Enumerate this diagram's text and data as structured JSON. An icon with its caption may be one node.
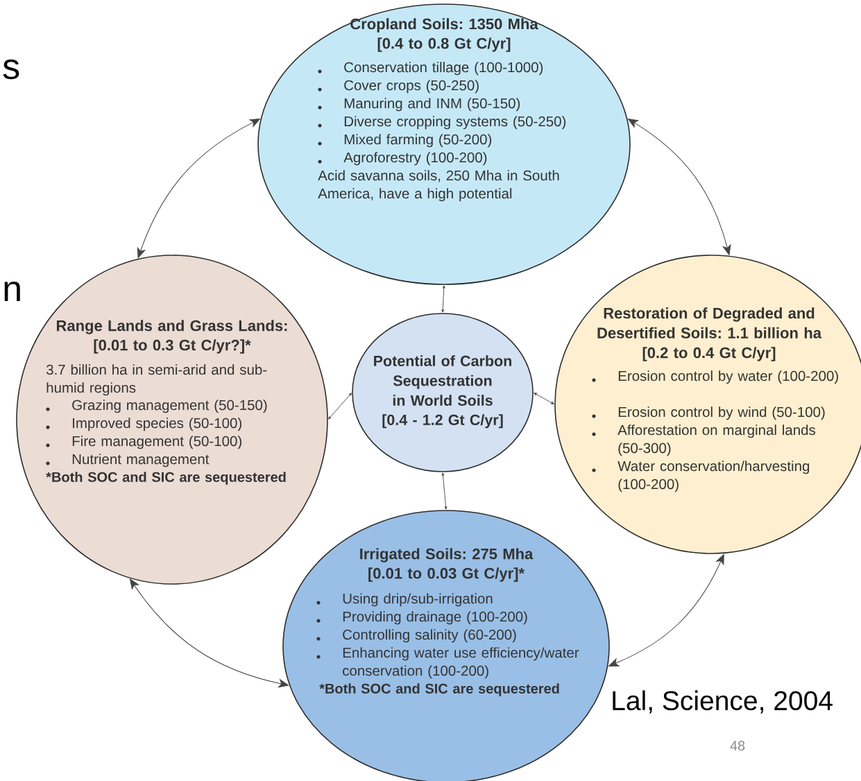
{
  "diagram": {
    "nodes": [
      {
        "text": [
          "Cropland Soils: 1350 Mha",
          "[0.4 to 0.8 Gt C/yr]",
          "Conservation tillage (100-1000)",
          "Cover crops (50-250)",
          "Manuring and INM (50-150)",
          "Diverse cropping systems (50-250)",
          "Mixed farming (50-200)",
          "Agroforestry (100-200)",
          "Acid savanna soils, 250 Mha in South America, have a high potential"
        ]
      },
      {
        "text": [
          "Range Lands and Grass Lands:",
          "[0.01 to 0.3 Gt C/yr?]*",
          "3.7 billion ha in semi-arid and sub-humid regions",
          "Grazing management (50-150)",
          "Improved species (50-100)",
          "Fire management (50-100)",
          "Nutrient management",
          "*Both SOC and SIC are sequestered"
        ]
      },
      {
        "text": [
          "Potential of Carbon Sequestration in World Soils",
          "[0.4 - 1.2 Gt C/yr]"
        ]
      },
      {
        "text": [
          "Restoration of Degraded and Desertified Soils: 1.1 billion ha",
          "[0.2 to 0.4 Gt C/yr]",
          "Erosion control by water (100-200)",
          "Erosion control by wind (50-100)",
          "Afforestation on marginal lands (50-300)",
          "Water conservation/harvesting (100-200)"
        ]
      },
      {
        "text": [
          "Irrigated Soils: 275 Mha",
          "[0.01 to 0.03 Gt C/yr]*",
          "Using drip/sub-irrigation",
          "Providing drainage (100-200)",
          "Controlling salinity (60-200)",
          "Enhancing water use efficiency/water conservation (100-200)",
          "*Both SOC and SIC are sequestered"
        ]
      }
    ],
    "edges": [
      {
        "from": 0,
        "to": 1,
        "arrow": "both"
      },
      {
        "from": 0,
        "to": 3,
        "arrow": "both"
      },
      {
        "from": 1,
        "to": 4,
        "arrow": "both"
      },
      {
        "from": 3,
        "to": 4,
        "arrow": "both"
      },
      {
        "from": 0,
        "to": 2,
        "arrow": "both"
      },
      {
        "from": 1,
        "to": 2,
        "arrow": "both"
      },
      {
        "from": 2,
        "to": 3,
        "arrow": "both"
      },
      {
        "from": 2,
        "to": 4,
        "arrow": "both"
      }
    ],
    "labels": [
      "s",
      "n",
      "Lal, Science, 2004",
      "48"
    ]
  }
}
